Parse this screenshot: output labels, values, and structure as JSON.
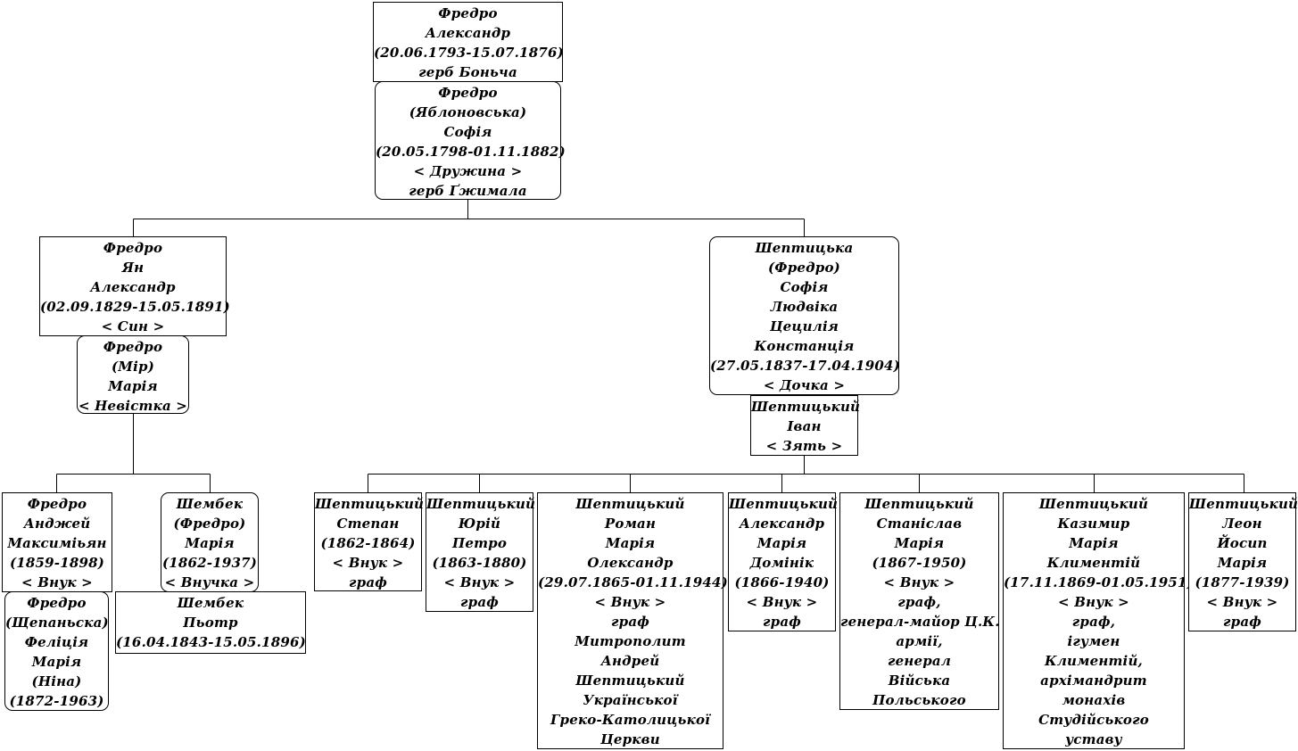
{
  "colors": {
    "line": "#000000",
    "box_border": "#000000",
    "background": "#ffffff",
    "text": "#000000"
  },
  "people": [
    {
      "id": "fredro-aleksandr",
      "lines": [
        "Фредро",
        "Александр",
        "(20.06.1793-15.07.1876)",
        "герб Боньча"
      ]
    },
    {
      "id": "fredro-sofia-wife",
      "lines": [
        "Фредро",
        "(Яблоновська)",
        "Софія",
        "(20.05.1798-01.11.1882)",
        "< Дружина >",
        "герб Ґжимала"
      ]
    },
    {
      "id": "fredro-jan",
      "lines": [
        "Фредро",
        "Ян",
        "Александр",
        "(02.09.1829-15.05.1891)",
        "< Син >"
      ]
    },
    {
      "id": "fredro-maria-mir",
      "lines": [
        "Фредро",
        "(Мір)",
        "Марія",
        "< Невістка >"
      ]
    },
    {
      "id": "sheptytska-sofia",
      "lines": [
        "Шептицька",
        "(Фредро)",
        "Софія",
        "Людвіка",
        "Цецилія",
        "Констанція",
        "(27.05.1837-17.04.1904)",
        "< Дочка >"
      ]
    },
    {
      "id": "sheptytskyi-ivan",
      "lines": [
        "Шептицький",
        "Іван",
        "< Зять >"
      ]
    },
    {
      "id": "fredro-andzhei",
      "lines": [
        "Фредро",
        "Анджей",
        "Максиміьян",
        "(1859-1898)",
        "< Внук >"
      ]
    },
    {
      "id": "fredro-felitsia",
      "lines": [
        "Фредро",
        "(Щепаньска)",
        "Феліція",
        "Марія",
        "(Ніна)",
        "(1872-1963)"
      ]
    },
    {
      "id": "shembek-maria",
      "lines": [
        "Шембек",
        "(Фредро)",
        "Марія",
        "(1862-1937)",
        "< Внучка >"
      ]
    },
    {
      "id": "shembek-piotr",
      "lines": [
        "Шембек",
        "Пьотр",
        "(16.04.1843-15.05.1896)"
      ]
    },
    {
      "id": "sheptytskyi-stepan",
      "lines": [
        "Шептицький",
        "Степан",
        "(1862-1864)",
        "< Внук >",
        "граф"
      ]
    },
    {
      "id": "sheptytskyi-yurii",
      "lines": [
        "Шептицький",
        "Юрій",
        "Петро",
        "(1863-1880)",
        "< Внук >",
        "граф"
      ]
    },
    {
      "id": "sheptytskyi-roman",
      "lines": [
        "Шептицький",
        "Роман",
        "Марія",
        "Олександр",
        "(29.07.1865-01.11.1944)",
        "< Внук >",
        "граф",
        "Митрополит",
        "Андрей",
        "Шептицький",
        "Української",
        "Греко-Католицької",
        "Церкви"
      ]
    },
    {
      "id": "sheptytskyi-aleksandr",
      "lines": [
        "Шептицький",
        "Александр",
        "Марія",
        "Домінік",
        "(1866-1940)",
        "< Внук >",
        "граф"
      ]
    },
    {
      "id": "sheptytskyi-stanislav",
      "lines": [
        "Шептицький",
        "Станіслав",
        "Марія",
        "(1867-1950)",
        "< Внук >",
        "граф,",
        "генерал-майор Ц.К.",
        "армії,",
        "генерал",
        "Війська",
        "Польського"
      ]
    },
    {
      "id": "sheptytskyi-kazymyr",
      "lines": [
        "Шептицький",
        "Казимир",
        "Марія",
        "Климентій",
        "(17.11.1869-01.05.1951)",
        "< Внук >",
        "граф,",
        "ігумен",
        "Климентій,",
        "архімандрит",
        "монахів",
        "Студійського",
        "уставу"
      ]
    },
    {
      "id": "sheptytskyi-leon",
      "lines": [
        "Шептицький",
        "Леон",
        "Йосип",
        "Марія",
        "(1877-1939)",
        "< Внук >",
        "граф"
      ]
    }
  ]
}
